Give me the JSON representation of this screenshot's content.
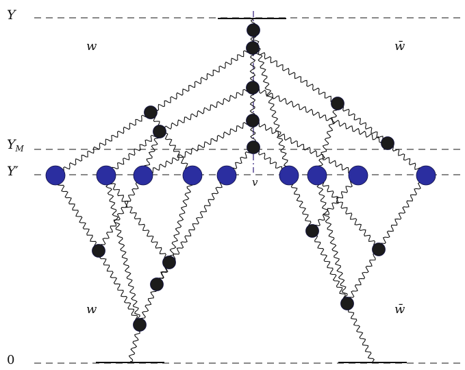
{
  "levels": {
    "Y": "Y",
    "YM": "Y",
    "YM_sub": "M",
    "Yp": "Y′",
    "zero": "0"
  },
  "labels": {
    "w_top": "w",
    "wbar_top": "w̄",
    "w_bottom": "w",
    "wbar_bottom": "w̄",
    "v": "v"
  },
  "colors": {
    "blob": "#2b2ea0",
    "vertex": "#1b1b1b",
    "axis": "#4a3a8a",
    "line": "#111111"
  }
}
